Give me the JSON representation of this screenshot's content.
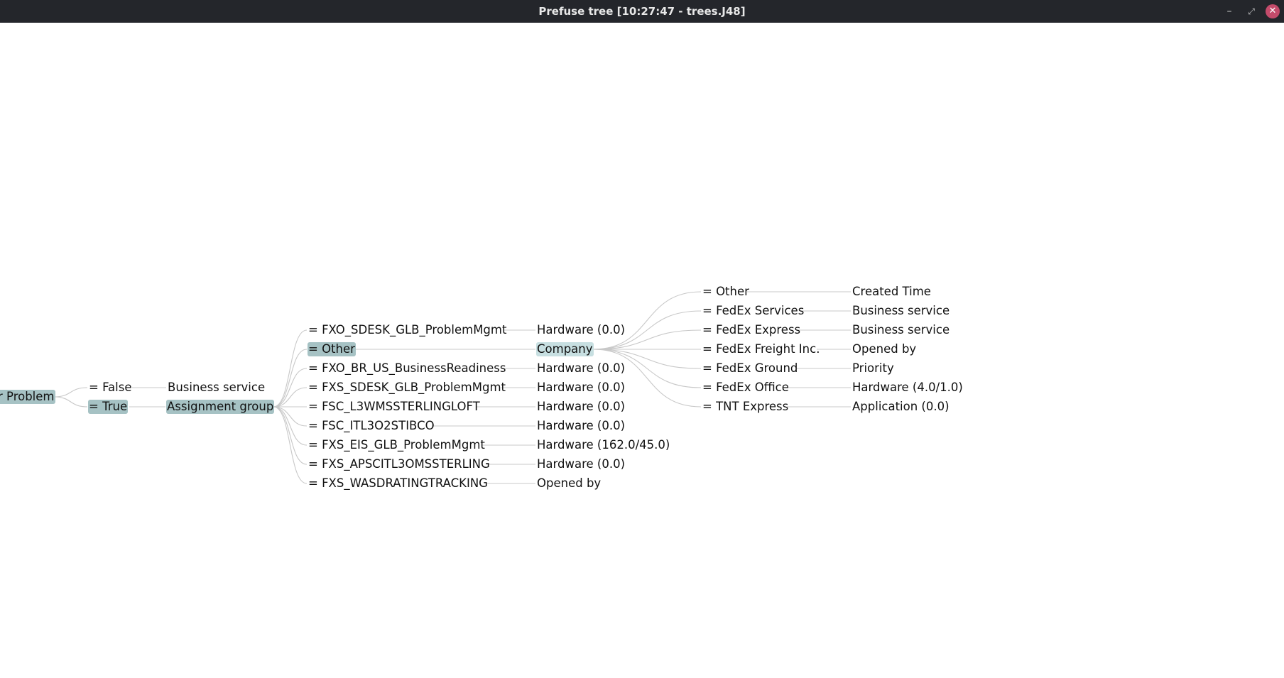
{
  "window": {
    "title": "Prefuse tree [10:27:47 - trees.J48]",
    "minimize_glyph": "–",
    "maximize_glyph": "⤢",
    "close_glyph": "✕",
    "close_color": "#c44b6b"
  },
  "tree": {
    "root": "r Problem",
    "level1": [
      "= False",
      "= True"
    ],
    "level2": [
      "Business service",
      "Assignment group"
    ],
    "branches": [
      "= FXO_SDESK_GLB_ProblemMgmt",
      "= Other",
      "= FXO_BR_US_BusinessReadiness",
      "= FXS_SDESK_GLB_ProblemMgmt",
      "= FSC_L3WMSSTERLINGLOFT",
      "= FSC_ITL3O2STIBCO",
      "= FXS_EIS_GLB_ProblemMgmt",
      "= FXS_APSCITL3OMSSTERLING",
      "= FXS_WASDRATINGTRACKING"
    ],
    "leaves": [
      "Hardware (0.0)",
      "Company",
      "Hardware (0.0)",
      "Hardware (0.0)",
      "Hardware (0.0)",
      "Hardware (0.0)",
      "Hardware (162.0/45.0)",
      "Hardware (0.0)",
      "Opened by"
    ],
    "company_branches": [
      "= Other",
      "= FedEx Services",
      "= FedEx Express",
      "= FedEx Freight Inc.",
      "= FedEx Ground",
      "= FedEx Office",
      "= TNT Express"
    ],
    "company_leaves": [
      "Created Time",
      "Business service",
      "Business service",
      "Opened by",
      "Priority",
      "Hardware (4.0/1.0)",
      "Application (0.0)"
    ]
  },
  "colors": {
    "highlight": "#a6c2c4",
    "highlight_light": "#c7dfe1",
    "edge": "#c8c8c8",
    "titlebar": "#24262b"
  }
}
